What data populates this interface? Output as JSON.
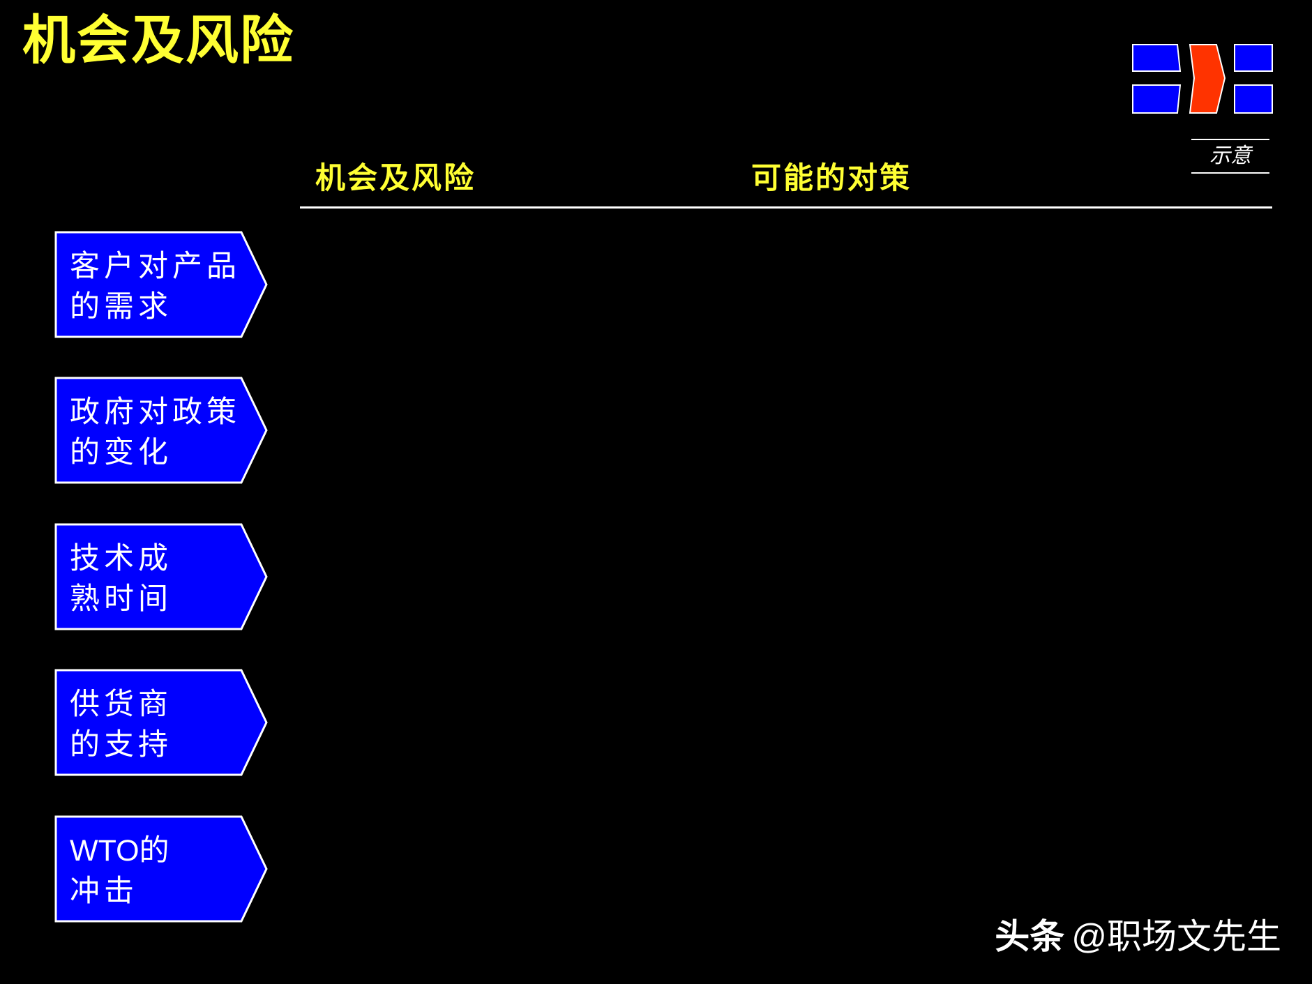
{
  "title": "机会及风险",
  "logo": {
    "icon": "process-flow-logo-icon",
    "box_color": "#0000FF",
    "arrow_color": "#FF3300"
  },
  "illustrative_label": "示意",
  "columns": {
    "risk": "机会及风险",
    "strategy": "可能的对策"
  },
  "factors": [
    {
      "line1": "客户对产品",
      "line2": "的需求"
    },
    {
      "line1": "政府对政策",
      "line2": "的变化"
    },
    {
      "line1": "技术成",
      "line2": "熟时间"
    },
    {
      "line1": "供货商",
      "line2": "的支持"
    },
    {
      "line1": "WTO的",
      "line2": "冲击"
    }
  ],
  "watermark": {
    "brand": "头条",
    "handle": "@职场文先生"
  },
  "colors": {
    "background": "#000000",
    "title": "#FFFF33",
    "factor_fill": "#0000FF",
    "factor_border": "#FFFFFF",
    "text": "#FFFFFF"
  }
}
